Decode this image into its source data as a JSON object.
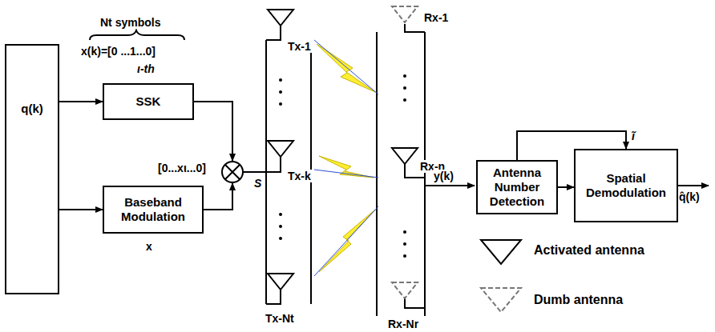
{
  "diagram": {
    "nodes": [
      {
        "text": [
          "q(k)"
        ]
      },
      {
        "text": [
          "SSK"
        ]
      },
      {
        "text": [
          "Baseband Modulation"
        ]
      },
      {
        "text": [
          "Antenna Number Detection"
        ]
      },
      {
        "text": [
          "Spatial Demodulation"
        ]
      }
    ],
    "edges": [
      {
        "from": 0,
        "to": 1,
        "arrow": "to"
      },
      {
        "from": 0,
        "to": 2,
        "arrow": "to"
      },
      {
        "from": 3,
        "to": 4,
        "arrow": "to"
      },
      {
        "from": 3,
        "to": 4,
        "label": "ĩ",
        "arrow": "to"
      }
    ],
    "labels": [
      "Nt symbols",
      "x(k)=[0 ...1...0]",
      "ι-th",
      "[0...xι...0]",
      "x",
      "S",
      "Tx-1",
      "Tx-k",
      "Tx-Nt",
      "Rx-1",
      "Rx-n",
      "Rx-Nr",
      "y(k)",
      "q̂(k)"
    ],
    "legend": [
      {
        "text": "Activated antenna"
      },
      {
        "text": "Dumb antenna"
      }
    ]
  }
}
